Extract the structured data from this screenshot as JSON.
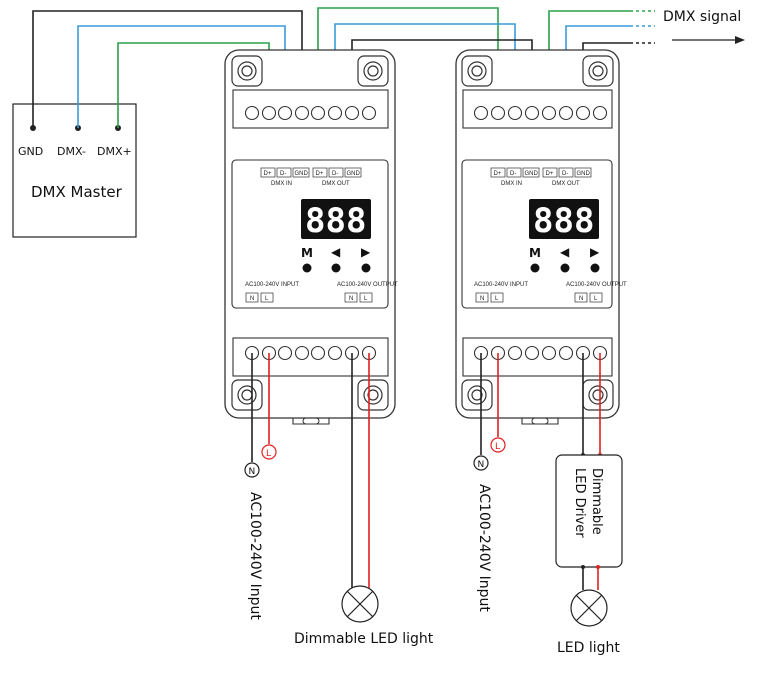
{
  "colors": {
    "gnd_wire": "#222222",
    "dmx_minus_wire": "#3a9ad9",
    "dmx_plus_wire": "#2aa24a",
    "live_wire": "#e02020",
    "neutral_wire": "#222222"
  },
  "master": {
    "title": "DMX Master",
    "gnd": "GND",
    "dmx_minus": "DMX-",
    "dmx_plus": "DMX+"
  },
  "signal_label": "DMX signal",
  "devices": [
    {
      "display": "888",
      "btn_m": "M",
      "btn_left": "◀",
      "btn_right": "▶",
      "terms": [
        "D+",
        "D-",
        "GND",
        "D+",
        "D-",
        "GND"
      ],
      "dmx_in": "DMX IN",
      "dmx_out": "DMX OUT",
      "input_label": "AC100-240V INPUT",
      "output_label": "AC100-240V OUTPUT",
      "n": "N",
      "l": "L"
    },
    {
      "display": "888",
      "btn_m": "M",
      "btn_left": "◀",
      "btn_right": "▶",
      "terms": [
        "D+",
        "D-",
        "GND",
        "D+",
        "D-",
        "GND"
      ],
      "dmx_in": "DMX IN",
      "dmx_out": "DMX OUT",
      "input_label": "AC100-240V INPUT",
      "output_label": "AC100-240V OUTPUT",
      "n": "N",
      "l": "L"
    }
  ],
  "left_supply": {
    "n": "N",
    "l": "L",
    "label": "AC100-240V Input"
  },
  "right_supply": {
    "n": "N",
    "l": "L",
    "label": "AC100-240V Input"
  },
  "led_light_left": "Dimmable  LED light",
  "driver_label_line1": "Dimmable",
  "driver_label_line2": "LED Driver",
  "led_light_right": "LED light"
}
